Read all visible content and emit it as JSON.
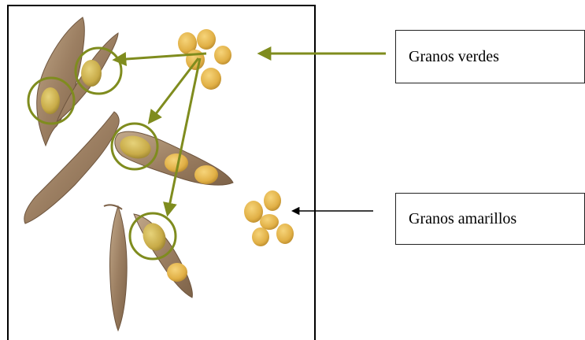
{
  "labels": {
    "green_grains": "Granos verdes",
    "yellow_grains": "Granos amarillos"
  },
  "colors": {
    "highlight": "#7f8c1e",
    "pointer": "#000000",
    "pod": "#a2866a",
    "grain_yellow": "#e3b64a",
    "grain_green": "#c9b24a"
  },
  "icons": {
    "photo": "soybean-pods-photo"
  }
}
